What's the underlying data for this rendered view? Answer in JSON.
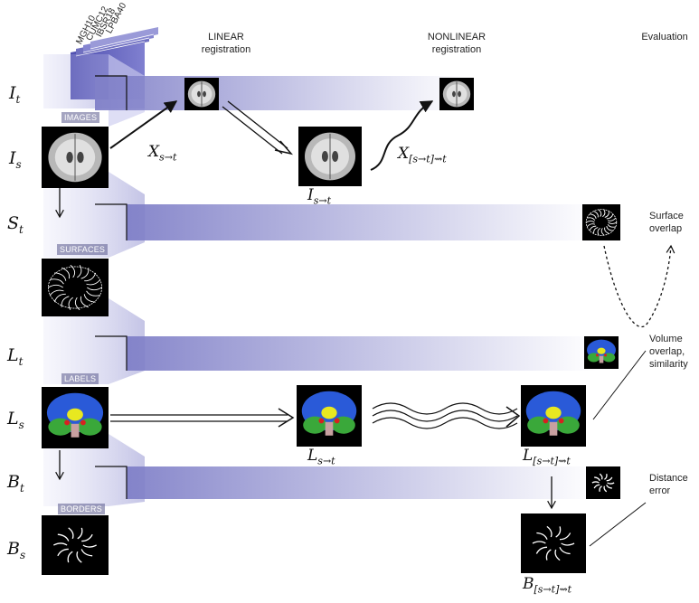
{
  "headers": {
    "linear": "LINEAR registration",
    "linear_l1": "LINEAR",
    "linear_l2": "registration",
    "nonlinear_l1": "NONLINEAR",
    "nonlinear_l2": "registration",
    "evaluation": "Evaluation"
  },
  "datasets": [
    "MGH10",
    "CUMC12",
    "IBSR18",
    "LPBA40"
  ],
  "captions": {
    "images": "IMAGES",
    "surfaces": "SURFACES",
    "labels": "LABELS",
    "borders": "BORDERS"
  },
  "row_labels": {
    "It": {
      "base": "I",
      "sub": "t"
    },
    "Is": {
      "base": "I",
      "sub": "s"
    },
    "St": {
      "base": "S",
      "sub": "t"
    },
    "Lt": {
      "base": "L",
      "sub": "t"
    },
    "Ls": {
      "base": "L",
      "sub": "s"
    },
    "Bt": {
      "base": "B",
      "sub": "t"
    },
    "Bs": {
      "base": "B",
      "sub": "s"
    }
  },
  "math_labels": {
    "x_linear": {
      "base": "X",
      "sub": "s→t"
    },
    "x_nonlinear": {
      "base": "X",
      "sub": "[s→t]⇝t"
    },
    "i_st": {
      "base": "I",
      "sub": "s→t"
    },
    "l_st": {
      "base": "L",
      "sub": "s→t"
    },
    "l_nl": {
      "base": "L",
      "sub": "[s→t]⇝t"
    },
    "b_nl": {
      "base": "B",
      "sub": "[s→t]⇝t"
    }
  },
  "evaluation": {
    "surface_l1": "Surface",
    "surface_l2": "overlap",
    "volume_l1": "Volume",
    "volume_l2": "overlap,",
    "volume_l3": "similarity",
    "distance_l1": "Distance",
    "distance_l2": "error"
  },
  "colors": {
    "band": "#9a9ad2",
    "band_dark": "#6a6ab8",
    "brain_gray": "#b8b8b8",
    "label_blue": "#2a5ad8",
    "label_green": "#3aa83a",
    "label_yellow": "#e8e820",
    "label_red": "#d82020"
  }
}
